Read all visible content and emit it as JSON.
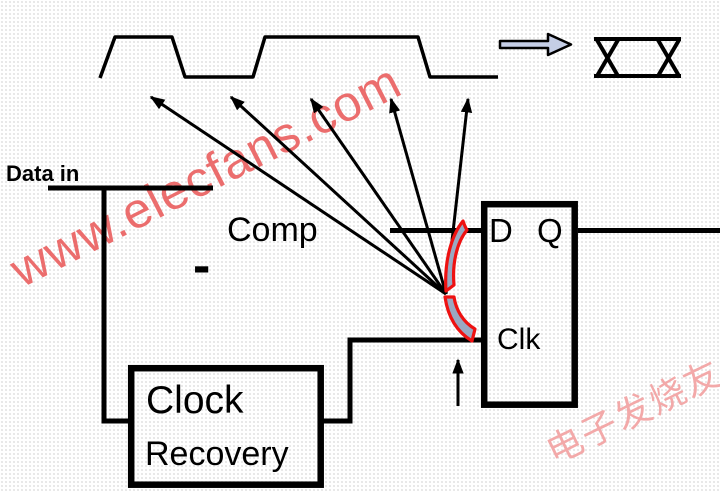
{
  "diagram": {
    "labels": {
      "data_in": "Data in",
      "comp": "Comp",
      "minus_sign": "-",
      "dff_d": "D",
      "dff_q": "Q",
      "dff_clk": "Clk",
      "clock_recovery_line1": "Clock",
      "clock_recovery_line2": "Recovery"
    },
    "watermarks": {
      "site": "www.elecfans.com",
      "site_color": "#e95555",
      "corner": "电子发烧友",
      "corner_color": "#f2a0a0"
    },
    "colors": {
      "line": "#000000",
      "jitter_arrow_stroke": "#ee1111",
      "jitter_arrow_fill": "#9aa8c2",
      "transform_arrow_fill": "#c5cee6"
    },
    "icons": {
      "transform_arrow": "right-block-arrow-icon",
      "eye_diagram": "eye-diagram-icon",
      "jitter_arrow": "curved-jitter-arrow-icon",
      "sampling_arrows": "sampling-fan-arrows-icon",
      "clk_edge_arrow": "up-arrow-icon"
    }
  }
}
